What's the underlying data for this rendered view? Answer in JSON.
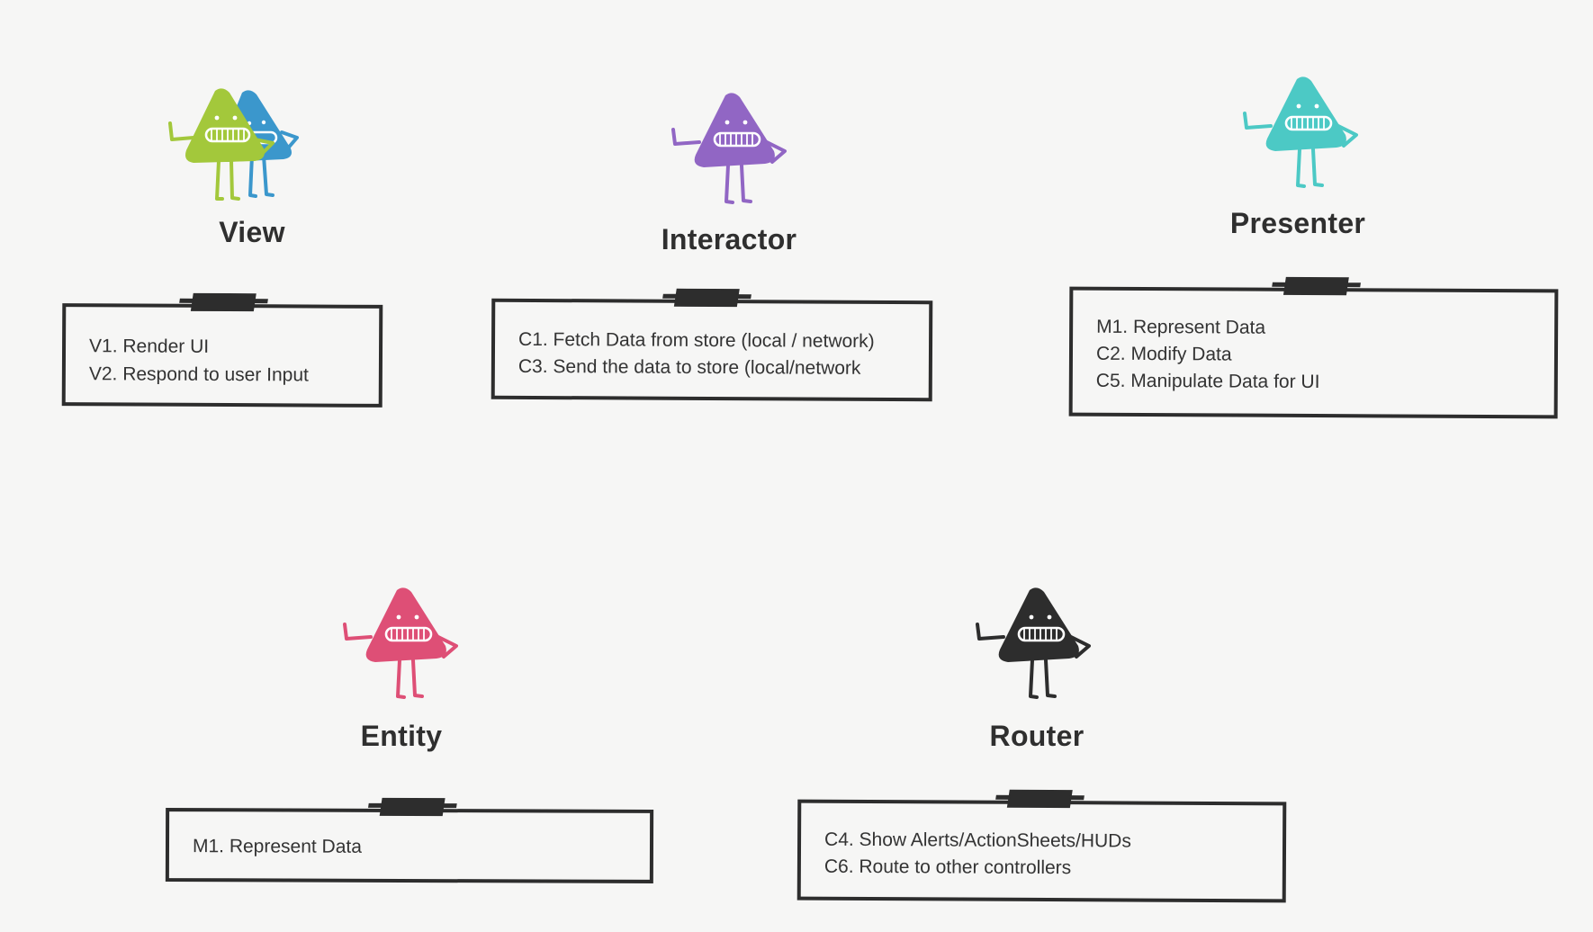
{
  "colors": {
    "view_primary": "#a3c83b",
    "view_secondary": "#3b97cc",
    "interactor": "#9166c4",
    "presenter": "#4cc9c5",
    "entity": "#de4f76",
    "router": "#2d2d2d",
    "ink": "#2d2d2d",
    "background": "#f6f6f5"
  },
  "modules": {
    "view": {
      "title": "View",
      "icon": "triangle-mascot-pair-icon",
      "lines": [
        "V1. Render UI",
        "V2. Respond to user Input"
      ]
    },
    "interactor": {
      "title": "Interactor",
      "icon": "triangle-mascot-icon",
      "lines": [
        "C1. Fetch Data from store (local / network)",
        "C3. Send the data to store (local/network"
      ]
    },
    "presenter": {
      "title": "Presenter",
      "icon": "triangle-mascot-icon",
      "lines": [
        "M1. Represent Data",
        "C2. Modify Data",
        "C5. Manipulate Data for UI"
      ]
    },
    "entity": {
      "title": "Entity",
      "icon": "triangle-mascot-icon",
      "lines": [
        "M1. Represent Data"
      ]
    },
    "router": {
      "title": "Router",
      "icon": "triangle-mascot-icon",
      "lines": [
        "C4. Show Alerts/ActionSheets/HUDs",
        "C6. Route to other controllers"
      ]
    }
  }
}
